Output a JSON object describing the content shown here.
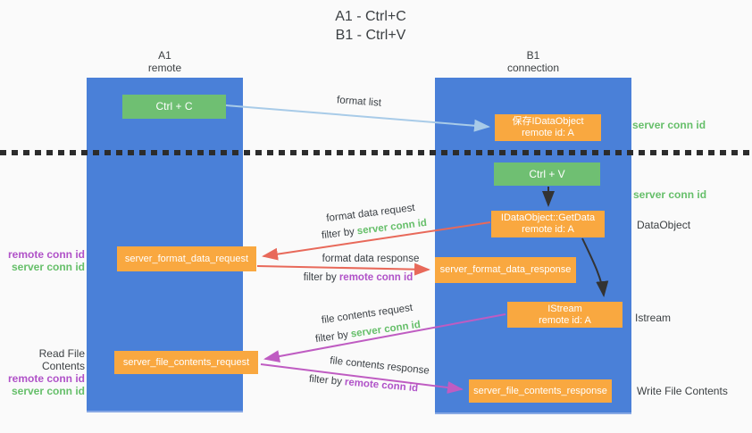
{
  "title": {
    "line1": "A1 - Ctrl+C",
    "line2": "B1 - Ctrl+V"
  },
  "lanes": [
    {
      "name": "A1",
      "subtitle": "remote"
    },
    {
      "name": "B1",
      "subtitle": "connection"
    }
  ],
  "nodes": {
    "ctrl_c": {
      "label": "Ctrl + C"
    },
    "save_idataobject": {
      "line1": "保存IDataObject",
      "line2": "remote id: A"
    },
    "ctrl_v": {
      "label": "Ctrl + V"
    },
    "getdata": {
      "line1": "IDataObject::GetData",
      "line2": "remote id: A"
    },
    "server_format_data_request": {
      "label": "server_format_data_request"
    },
    "server_format_data_response": {
      "label": "server_format_data_response"
    },
    "istream": {
      "line1": "IStream",
      "line2": "remote id: A"
    },
    "server_file_contents_request": {
      "label": "server_file_contents_request"
    },
    "server_file_contents_response": {
      "label": "server_file_contents_response"
    }
  },
  "edge_labels": {
    "format_list": "format list",
    "format_data_request": "format data request",
    "format_data_response": "format data response",
    "file_contents_request": "file contents request",
    "file_contents_response": "file contents response",
    "filter_by": "filter by",
    "server_conn_id": "server conn id",
    "remote_conn_id": "remote conn id"
  },
  "side_labels": {
    "server_conn_id_top": "server conn id",
    "server_conn_id_mid": "server conn id",
    "dataobject": "DataObject",
    "istream": "Istream",
    "write_file_contents": "Write File Contents",
    "read_file_contents": "Read File Contents",
    "remote_conn_id_1": "remote conn id",
    "server_conn_id_1": "server conn id",
    "remote_conn_id_2": "remote conn id",
    "server_conn_id_2": "server conn id"
  },
  "colors": {
    "background": "#fafafa",
    "lane_blue": "#4a80d8",
    "green_box": "#6fbf72",
    "orange_box": "#f9a840",
    "arrow_light_blue": "#a8cbe8",
    "arrow_red": "#e8695a",
    "arrow_magenta": "#bf5cc2",
    "arrow_black": "#333333",
    "text_green": "#66bf6a",
    "text_purple": "#b052c8",
    "text_dark": "#3c4043"
  }
}
